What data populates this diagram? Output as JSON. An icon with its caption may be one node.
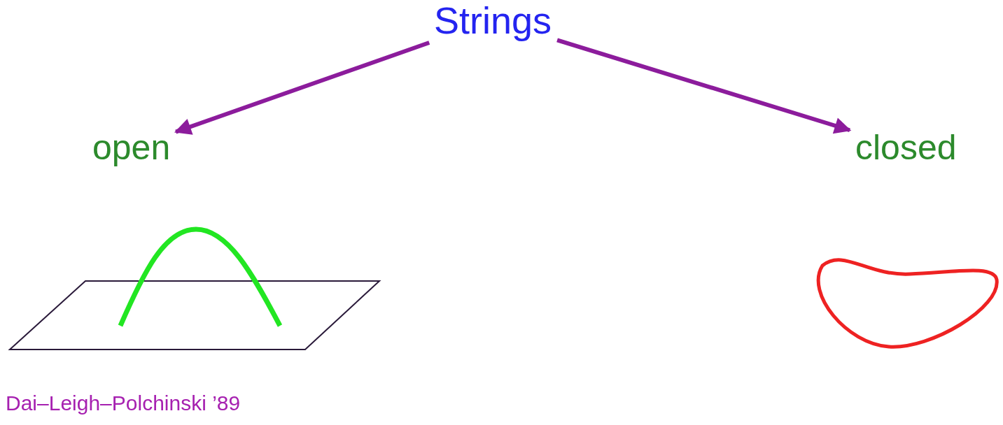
{
  "diagram": {
    "nodes": [
      {
        "text": [
          "Strings"
        ]
      },
      {
        "text": [
          "open"
        ]
      },
      {
        "text": [
          "closed"
        ]
      }
    ],
    "edges": [
      {
        "from": 0,
        "to": 1,
        "arrow": "to"
      },
      {
        "from": 0,
        "to": 2,
        "arrow": "to"
      }
    ],
    "labels": [
      "Dai–Leigh–Polchinski ’89"
    ]
  }
}
